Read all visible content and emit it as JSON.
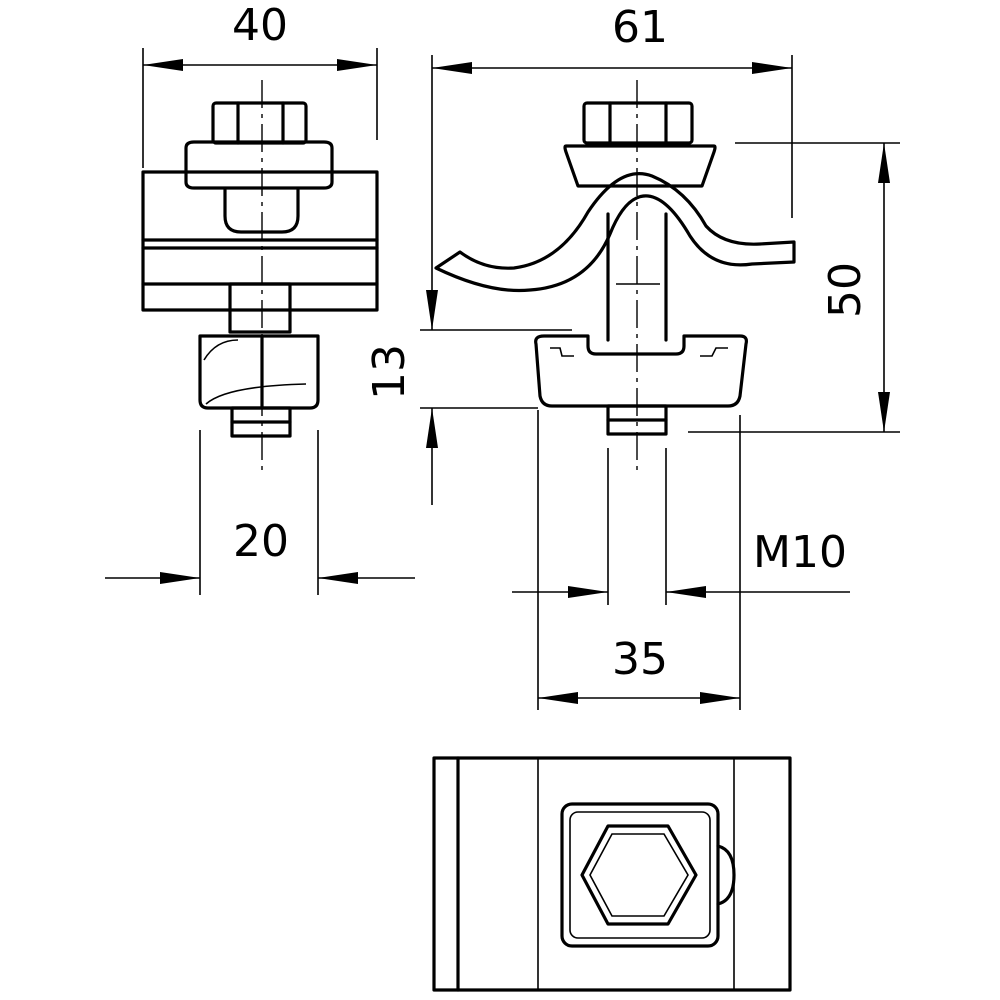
{
  "dimensions": {
    "width_side": "40",
    "width_front": "61",
    "height_total": "50",
    "clamp_gap": "13",
    "plate_width": "20",
    "thread_size": "M10",
    "base_width": "35"
  },
  "colors": {
    "line": "#000000",
    "background": "#ffffff"
  }
}
